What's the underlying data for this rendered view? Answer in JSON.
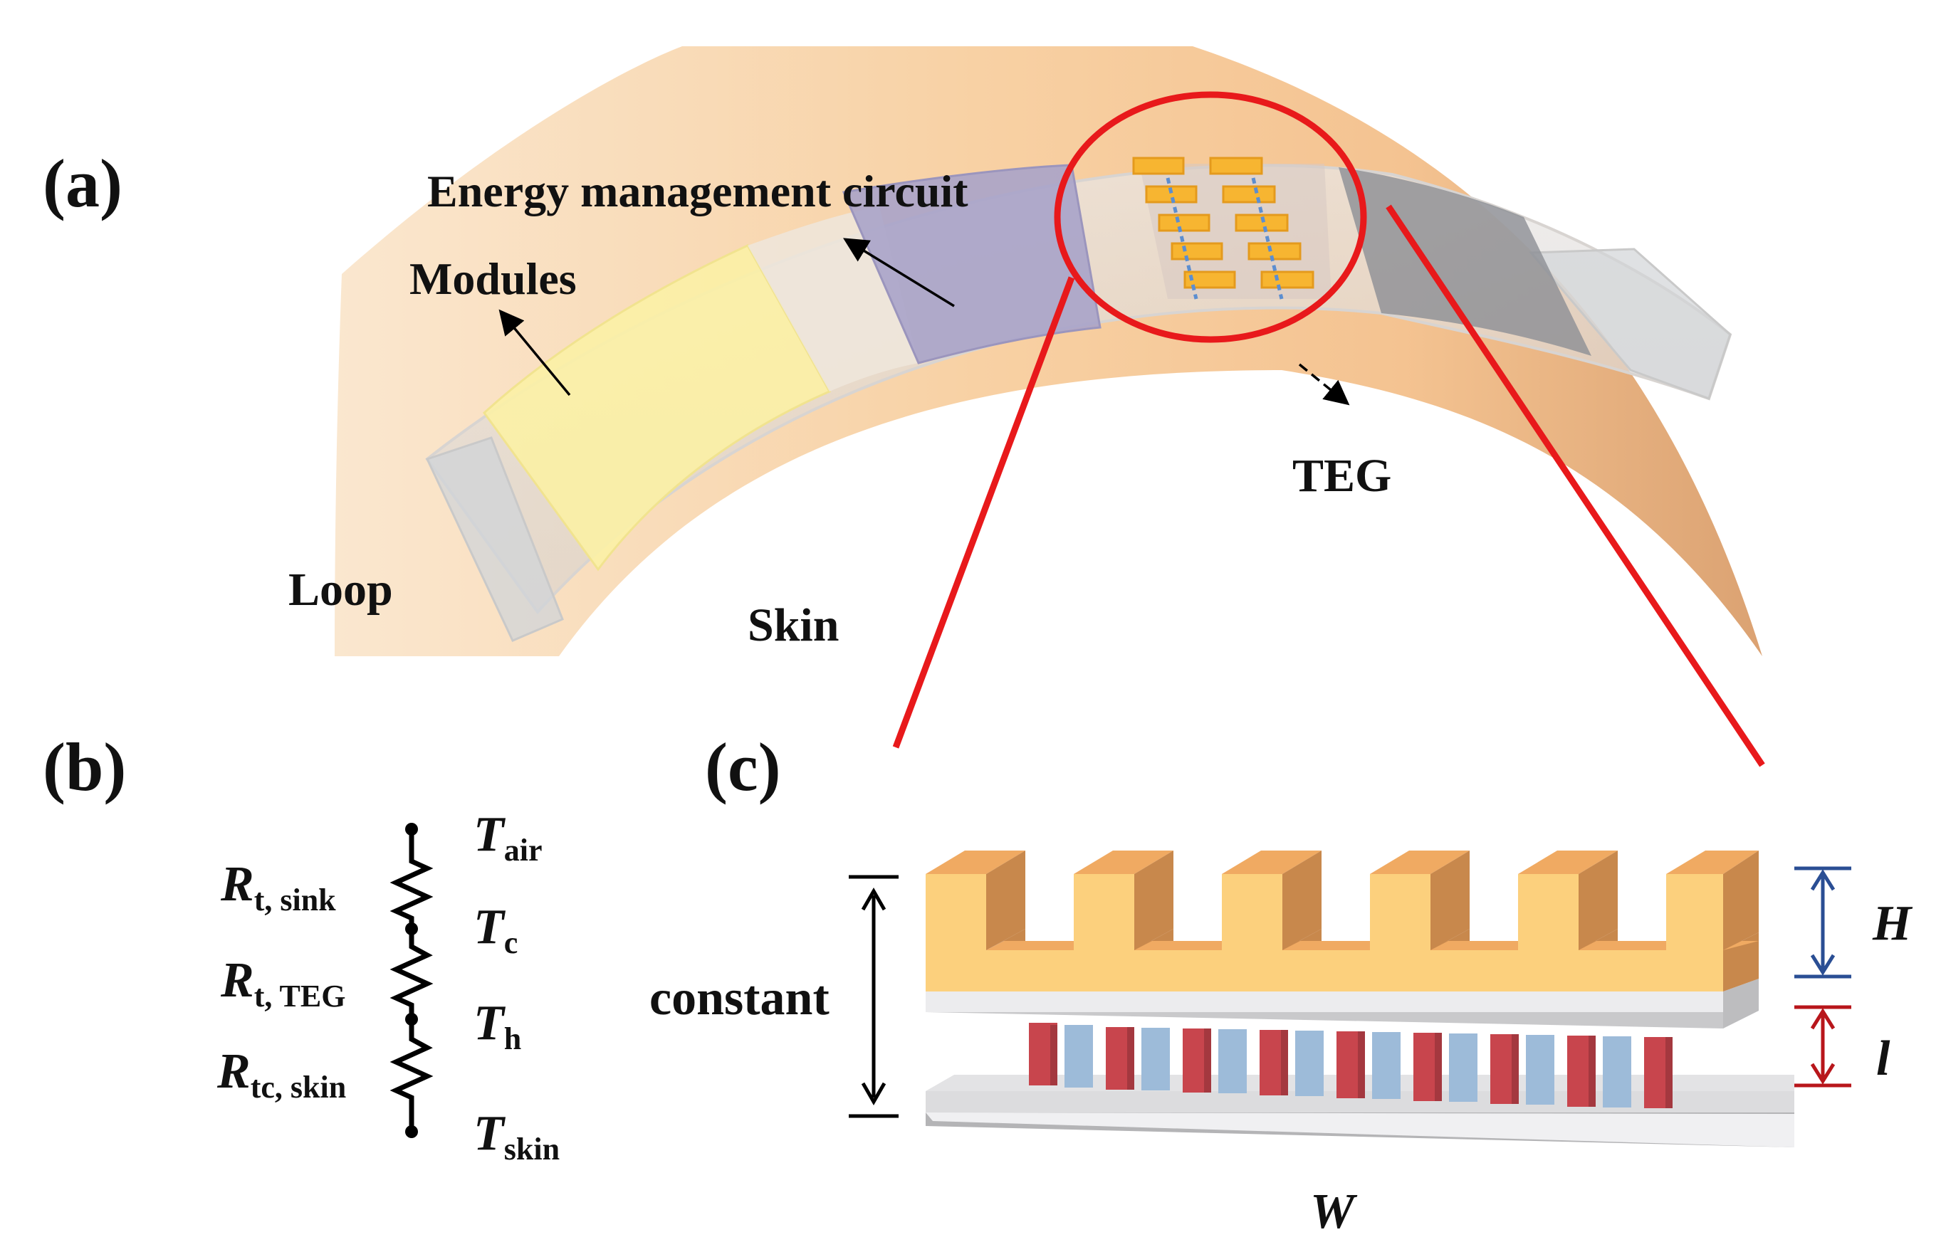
{
  "panels": {
    "a": {
      "label": "(a)",
      "labels": {
        "energy_circuit": "Energy management circuit",
        "modules": "Modules",
        "teg": "TEG",
        "loop": "Loop",
        "skin": "Skin"
      }
    },
    "b": {
      "label": "(b)",
      "resistors": [
        {
          "main": "R",
          "sub": "t, sink"
        },
        {
          "main": "R",
          "sub": "t, TEG"
        },
        {
          "main": "R",
          "sub": "tc, skin"
        }
      ],
      "temperatures": [
        {
          "main": "T",
          "sub": "air"
        },
        {
          "main": "T",
          "sub": "c"
        },
        {
          "main": "T",
          "sub": "h"
        },
        {
          "main": "T",
          "sub": "skin"
        }
      ]
    },
    "c": {
      "label": "(c)",
      "dims": {
        "height": "H",
        "length": "l",
        "width": "W",
        "constant": "constant"
      }
    }
  },
  "colors": {
    "highlight": "#e8191b",
    "skin_light": "#fbe0c2",
    "skin_dark": "#e6a473",
    "module_yellow": "#fbf0a6",
    "circuit_purple": "#a9a3c9",
    "heatsink_front": "#fcd07d",
    "heatsink_top": "#f0aa62",
    "heatsink_side": "#c8884c",
    "leg_red": "#c8454d",
    "leg_blue": "#9dbbd9",
    "arrow_blue": "#2a4e94",
    "arrow_red": "#b8161b"
  }
}
